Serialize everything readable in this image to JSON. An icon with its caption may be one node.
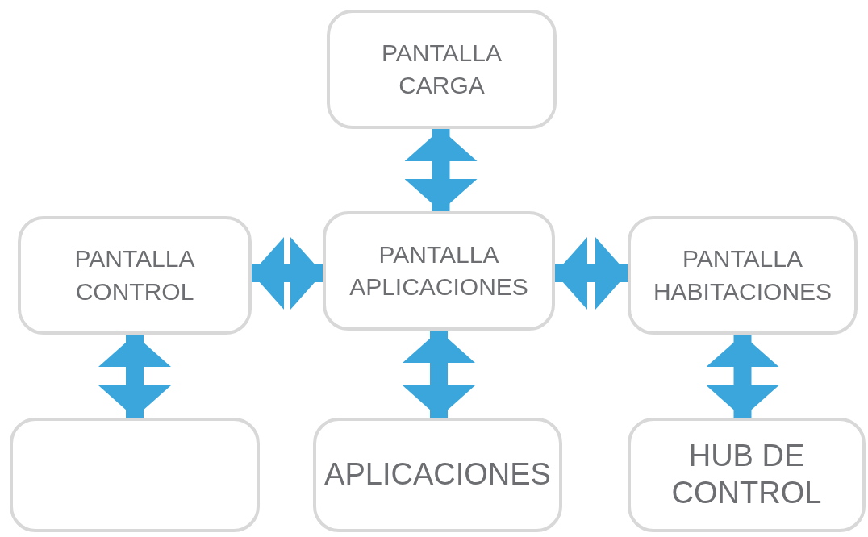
{
  "diagram": {
    "nodes": [
      {
        "text": [
          "PANTALLA CARGA"
        ]
      },
      {
        "text": [
          "PANTALLA CONTROL"
        ]
      },
      {
        "text": [
          "PANTALLA APLICACIONES"
        ]
      },
      {
        "text": [
          "PANTALLA HABITACIONES"
        ]
      },
      {
        "text": [],
        "shape": "box"
      },
      {
        "text": [
          "APLICACIONES"
        ]
      },
      {
        "text": [
          "HUB DE CONTROL"
        ]
      }
    ],
    "edges": [
      {
        "from": 0,
        "to": 2,
        "arrow": "both"
      },
      {
        "from": 1,
        "to": 2,
        "arrow": "both"
      },
      {
        "from": 2,
        "to": 3,
        "arrow": "both"
      },
      {
        "from": 1,
        "to": 4,
        "arrow": "both"
      },
      {
        "from": 2,
        "to": 5,
        "arrow": "both"
      },
      {
        "from": 3,
        "to": 6,
        "arrow": "both"
      }
    ]
  }
}
